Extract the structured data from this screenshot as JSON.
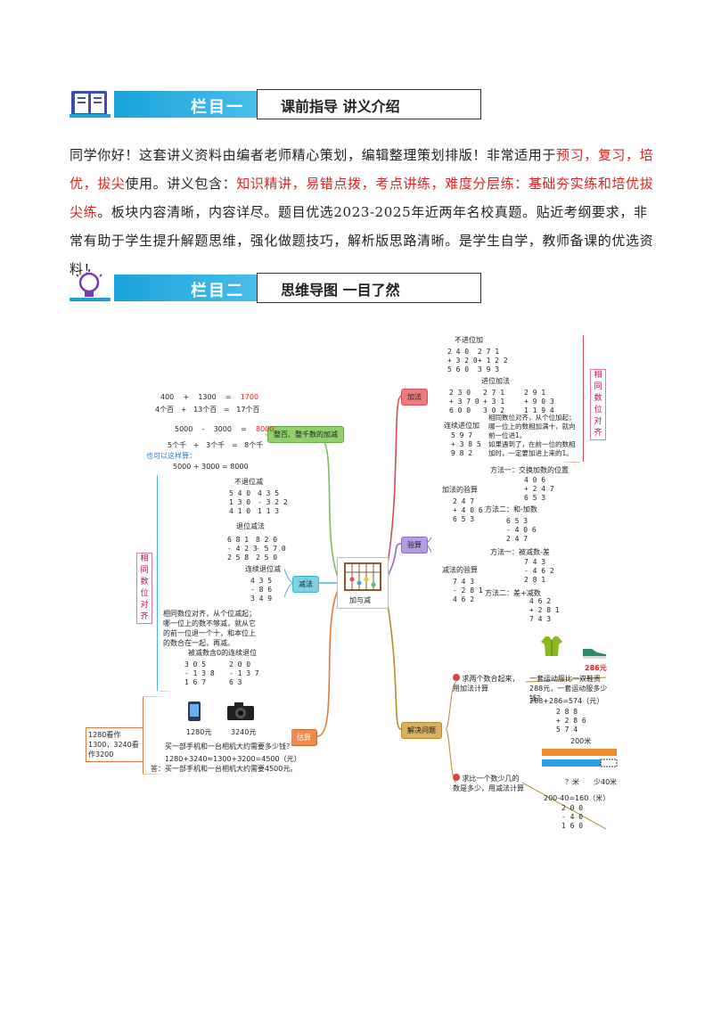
{
  "section1": {
    "title": "栏目一",
    "subtitle": "课前指导  讲义介绍"
  },
  "intro": {
    "p1": "同学你好！这套讲义资料由编者老师精心策划，编辑整理策划排版！非常适用于",
    "r1": "预习，复习，培优，拔尖",
    "p2": "使用。讲义包含：",
    "r2": "知识精讲，易错点拨，考点讲练，难度分层练：基础夯实练和培优拔尖练",
    "p3": "。板块内容清晰，内容详尽。题目优选2023-2025年近两年名校真题。贴近考纲要求，非常有助于学生提升解题思维，强化做题技巧，解析版思路清晰。是学生自学，教师备课的优选资料！"
  },
  "section2": {
    "title": "栏目二",
    "subtitle": "思维导图  一目了然"
  },
  "mindmap": {
    "center": "加与减",
    "branches": {
      "b1": "整百、整千数的加减",
      "b2": "减法",
      "b3": "估算",
      "b4": "加法",
      "b5": "验算",
      "b6": "解决问题"
    },
    "b1": {
      "r1": [
        "400",
        "+",
        "1300",
        "=",
        "1700"
      ],
      "r2": [
        "4个百",
        "+",
        "13个百",
        "=",
        "17个百"
      ],
      "r3": [
        "5000",
        "-",
        "3000",
        "=",
        "8000"
      ],
      "r4": [
        "5个千",
        "+",
        "3个千",
        "=",
        "8个千"
      ],
      "note": "也可以这样算：",
      "r5": "5000  +  3000  =  8000"
    },
    "b2": {
      "t1": "不退位减",
      "c1": [
        "5 4 0",
        "1 3 0",
        "4 1 0"
      ],
      "c2": [
        "4 3 5",
        "- 3 2 2",
        "1 1 3"
      ],
      "t2": "退位减法",
      "c3": [
        "6 8 1",
        "- 4 2 3",
        "2 5 8"
      ],
      "c4": [
        "8 2 0",
        "- 5 7 0",
        "2 5 0"
      ],
      "t3": "连续退位减",
      "c5": [
        "4 3 5",
        "-   8 6",
        "3 4 9"
      ],
      "rule": [
        "相同数位对齐，从个位减起；",
        "哪一位上的数不够减，就从它",
        "的前一位退一个十，和本位上",
        "的数合在一起，再减。"
      ],
      "t4": "被减数含0的连续退位",
      "c6": [
        "3 0 5",
        "- 1 3 8",
        "1 6 7"
      ],
      "c7": [
        "2 0 0",
        "- 1 3 7",
        "6 3"
      ],
      "side": "相同数位对齐"
    },
    "b3": {
      "note": "1280看作1300，3240看作3200",
      "p1": "1280元",
      "p2": "3240元",
      "q": "买一部手机和一台相机大约需要多少钱？",
      "calc": "1280+3240≈1300+3200=4500（元）",
      "ans": "答：买一部手机和一台相机大约需要4500元。"
    },
    "b4": {
      "t1": "不进位加",
      "c1": [
        "2 4 0",
        "+ 3 2 0",
        "5 6 0"
      ],
      "c2": [
        "2 7 1",
        "+ 1 2 2",
        "3 9 3"
      ],
      "t2": "进位加法",
      "c3": [
        "2 3 0",
        "+ 3 7 0",
        "6 0 0"
      ],
      "c4": [
        "2 7 1",
        "+   3 1",
        "3 0 2"
      ],
      "c5": [
        "2 9 1",
        "+ 9 0 3",
        "1 1 9 4"
      ],
      "t3": "连续进位加",
      "c6": [
        "5 9 7",
        "+ 3 8 5",
        "9 8 2"
      ],
      "rule": [
        "相同数位对齐，从个位加起；",
        "哪一位上的数相加满十，就向",
        "前一位进1。",
        "如果遇到了，在前一位的数相",
        "加时，一定要加进上来的1。"
      ],
      "side": "相同数位对齐"
    },
    "b5": {
      "t1": "加法的验算",
      "c1": [
        "2 4 7",
        "+ 4 0 6",
        "6 5 3"
      ],
      "m1": "方法一：交换加数的位置",
      "c2": [
        "4 0 6",
        "+ 2 4 7",
        "6 5 3"
      ],
      "m2": "方法二：和-加数",
      "c3": [
        "6 5 3",
        "- 4 0 6",
        "2 4 7"
      ],
      "t2": "减法的验算",
      "m3": "方法一：被减数-差",
      "c4": [
        "7 4 3",
        "- 4 6 2",
        "2 8 1"
      ],
      "c5": [
        "7 4 3",
        "- 2 8 1",
        "4 6 2"
      ],
      "m4": "方法二：差+减数",
      "c6": [
        "4 6 2",
        "+ 2 8 1",
        "7 4 3"
      ]
    },
    "b6": {
      "q1": "求两个数合起来，用加法计算",
      "price": "286元",
      "d1": "一套运动服比一双鞋贵288元，一套运动服多少钱？",
      "eq1": "288+286=574（元）",
      "c1": [
        "2 8 8",
        "+ 2 8 6",
        "5 7 4"
      ],
      "len": "200米",
      "unk": "？米",
      "less": "少40米",
      "q2": "求比一个数少几的数是多少，用减法计算",
      "eq2": "200-40=160（米）",
      "c2": [
        "2 0 0",
        "-   4 0",
        "1 6 0"
      ]
    }
  }
}
